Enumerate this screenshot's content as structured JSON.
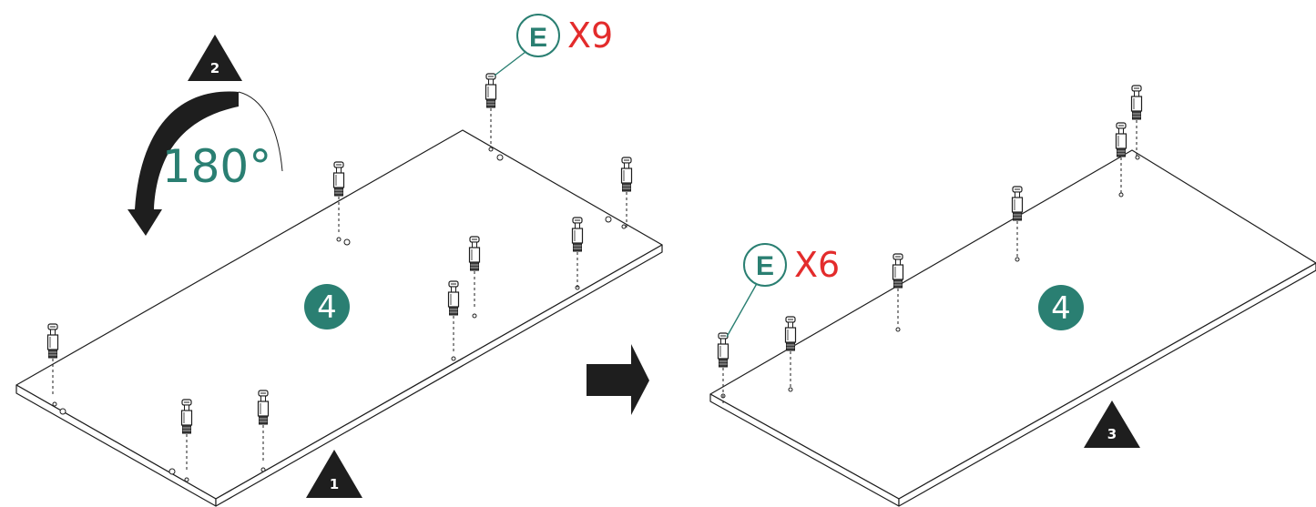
{
  "colors": {
    "teal": "#2a7f72",
    "red": "#e32c2c",
    "ink": "#1e1e1e"
  },
  "left_view": {
    "part_number": "4",
    "rotation_text": "180°",
    "rotation_arrow_icon": "curved-arrow-icon",
    "callout": {
      "letter": "E",
      "count": "X9"
    },
    "markers": [
      "1",
      "2"
    ]
  },
  "right_view": {
    "part_number": "4",
    "callout": {
      "letter": "E",
      "count": "X6"
    },
    "markers": [
      "3"
    ]
  },
  "transition_icon": "right-arrow-icon"
}
